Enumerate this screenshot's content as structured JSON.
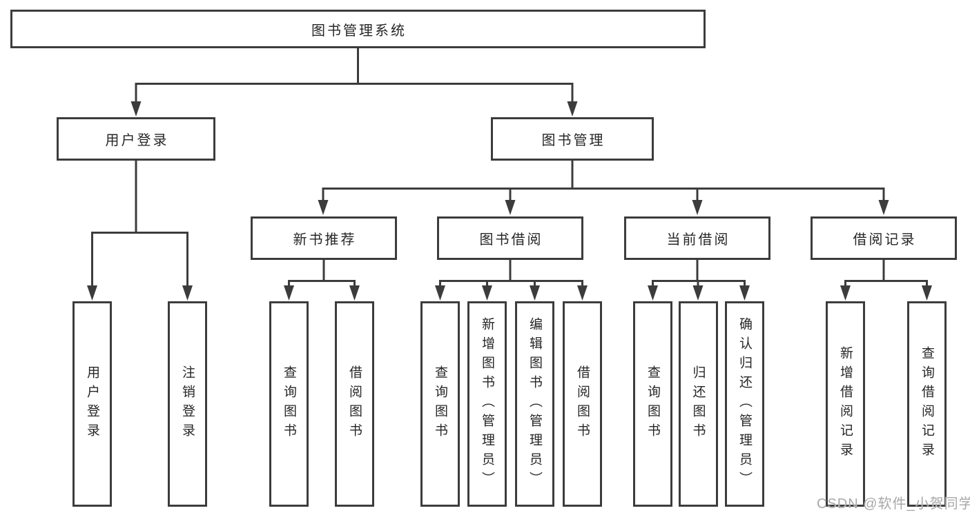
{
  "diagram": {
    "title": "图书管理系统",
    "nodes": {
      "root": "图书管理系统",
      "user_login": "用户登录",
      "book_management": "图书管理",
      "new_book_recommend": "新书推荐",
      "book_borrow": "图书借阅",
      "current_borrow": "当前借阅",
      "borrow_records": "借阅记录",
      "user_login_leaf": "用户登录",
      "logout_leaf": "注销登录",
      "recommend_query_books": "查询图书",
      "recommend_borrow_books": "借阅图书",
      "borrow_query_books": "查询图书",
      "borrow_add_books": "新增图书（管理员）",
      "borrow_edit_books": "编辑图书（管理员）",
      "borrow_borrow_books": "借阅图书",
      "current_query_books": "查询图书",
      "current_return_books": "归还图书",
      "current_confirm_return": "确认归还（管理员）",
      "records_add_record": "新增借阅记录",
      "records_query_record": "查询借阅记录"
    },
    "hierarchy": {
      "图书管理系统": {
        "用户登录": [
          "用户登录",
          "注销登录"
        ],
        "图书管理": {
          "新书推荐": [
            "查询图书",
            "借阅图书"
          ],
          "图书借阅": [
            "查询图书",
            "新增图书（管理员）",
            "编辑图书（管理员）",
            "借阅图书"
          ],
          "当前借阅": [
            "查询图书",
            "归还图书",
            "确认归还（管理员）"
          ],
          "借阅记录": [
            "新增借阅记录",
            "查询借阅记录"
          ]
        }
      }
    },
    "colors": {
      "line": "#3c3c3c",
      "box_border": "#3c3c3c",
      "box_background": "#ffffff",
      "text": "#262626",
      "watermark_text": "#a8a8a8",
      "page_background": "#ffffff"
    }
  },
  "watermark": {
    "text": "CSDN @软件_小贺同学"
  }
}
